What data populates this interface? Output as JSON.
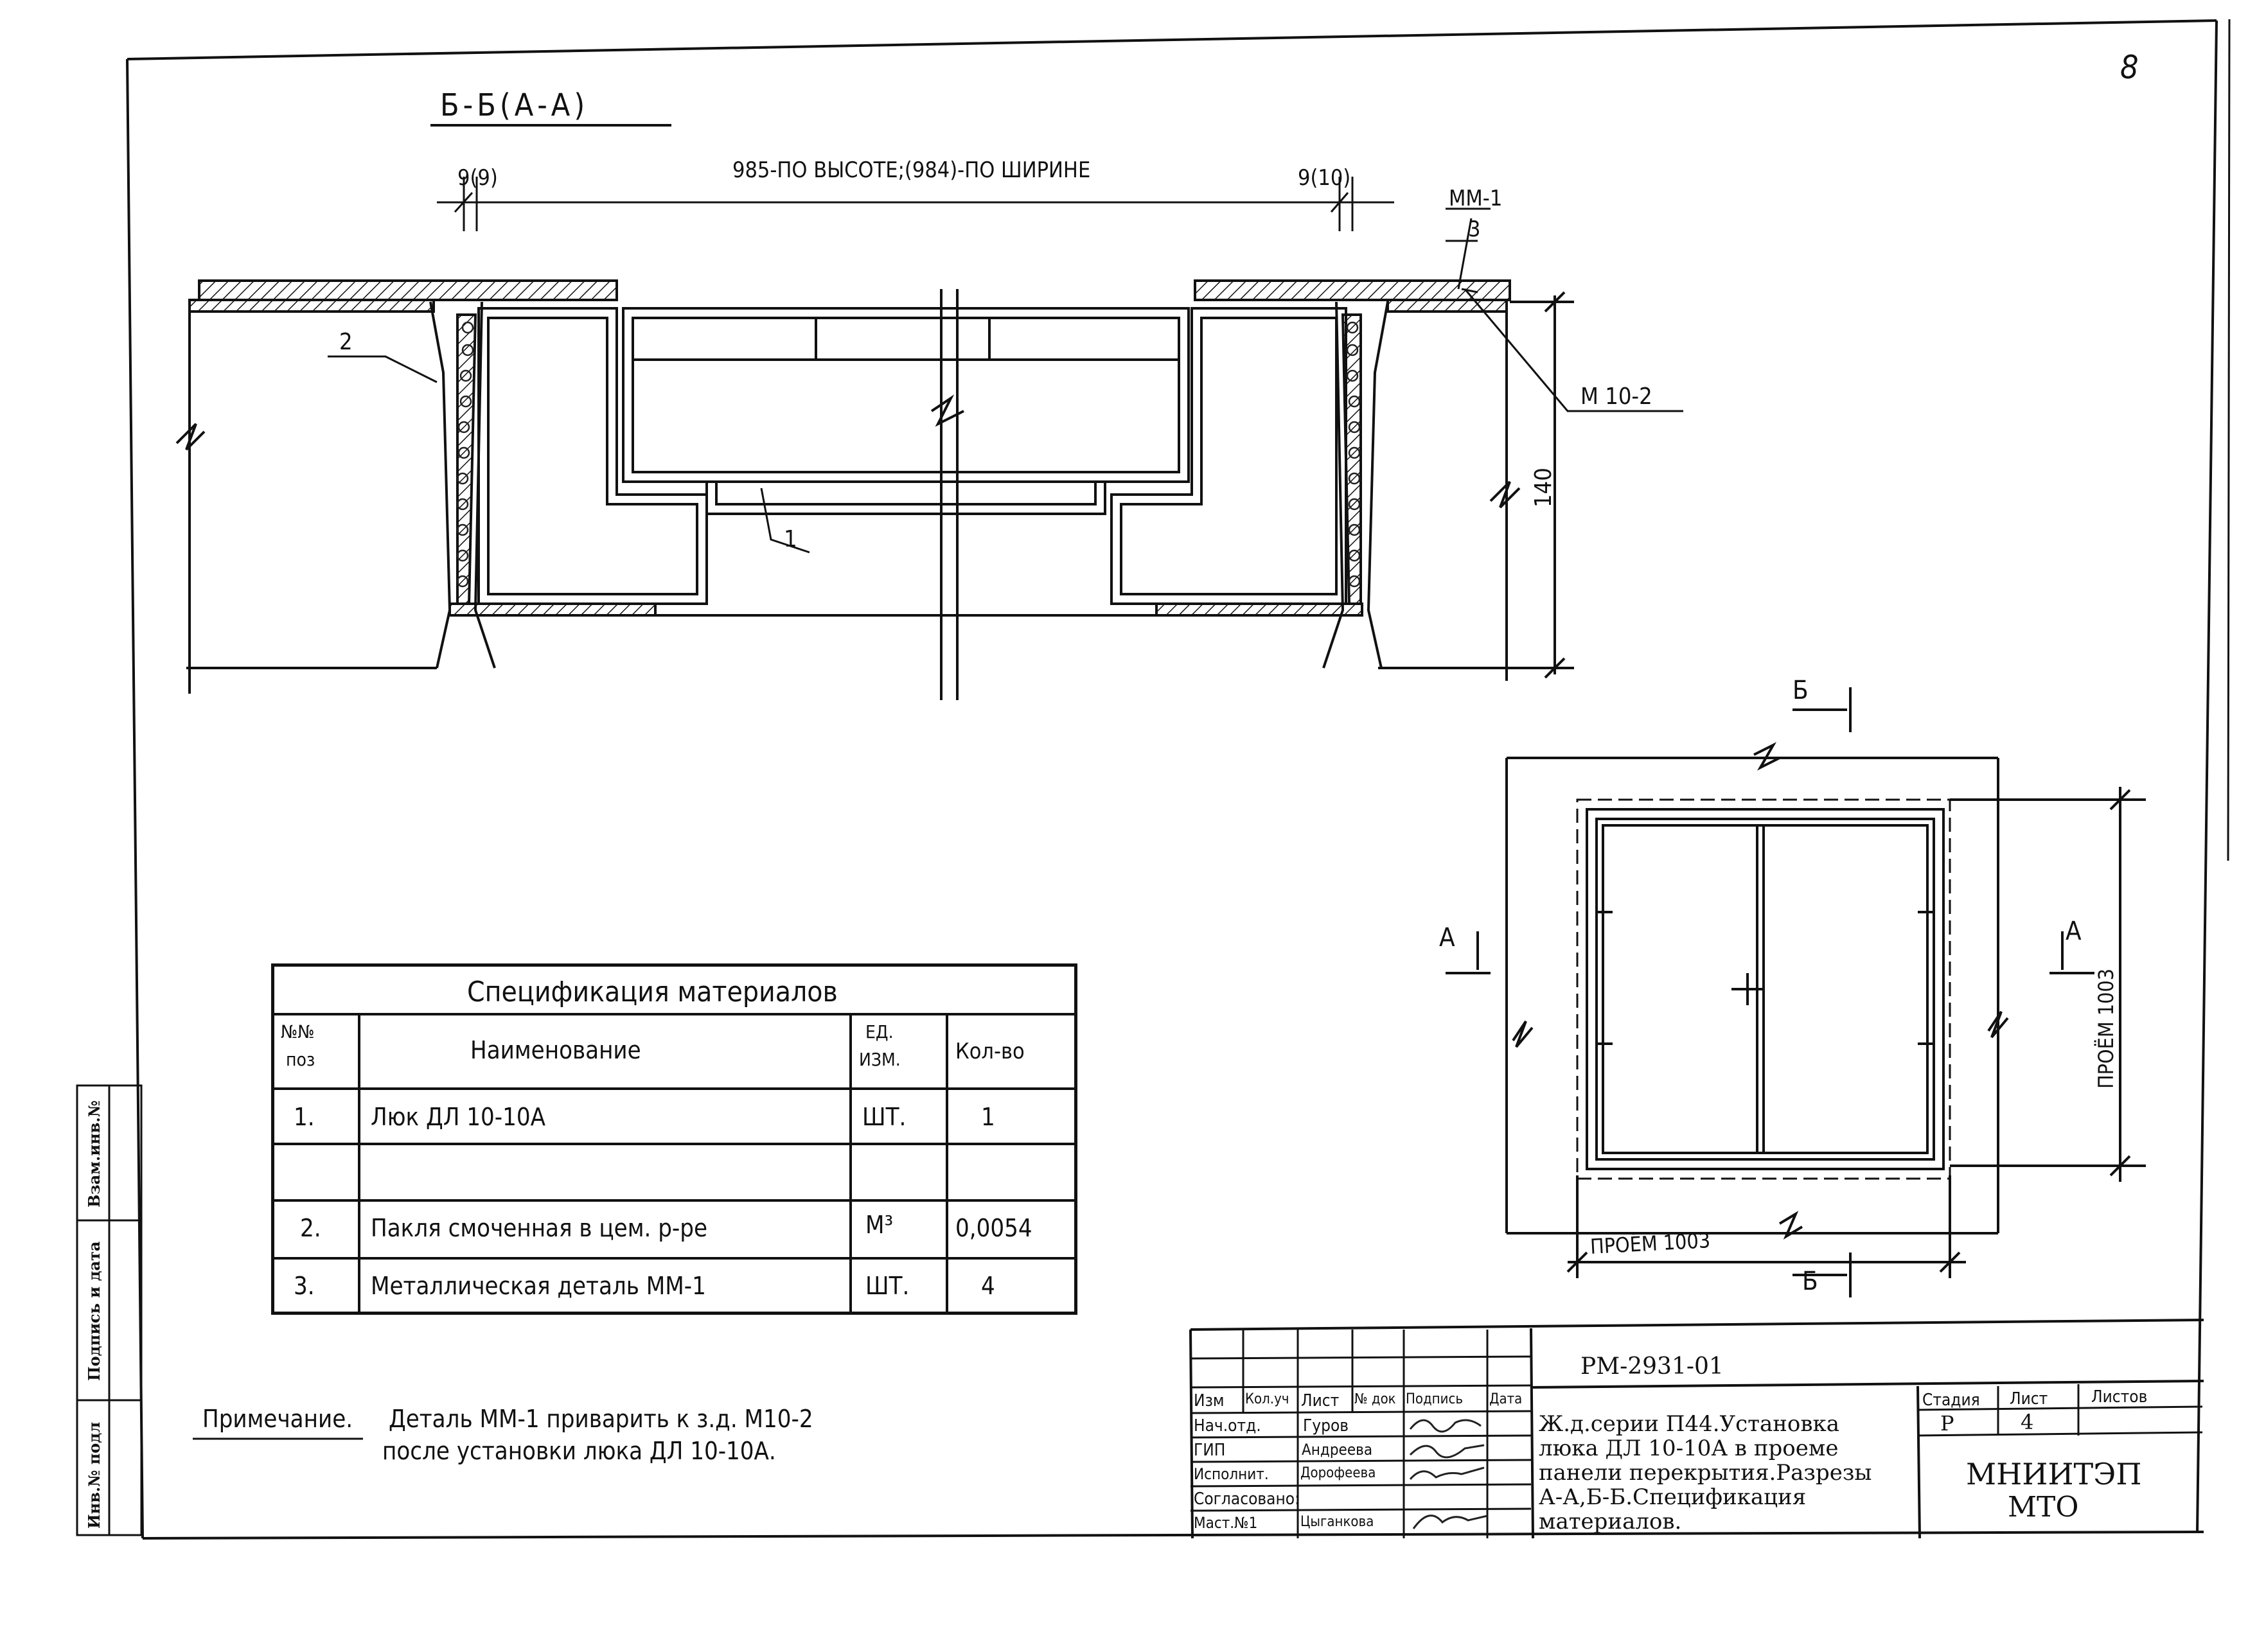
{
  "sheet_number": "8",
  "section": {
    "title": "Б-Б(А-А)",
    "dim_top": "985-ПО ВЫСОТЕ;(984)-ПО ШИРИНЕ",
    "dim_left": "9(9)",
    "dim_right": "9(10)",
    "callout_mm": "ММ-1",
    "callout_mm_num": "3",
    "callout_m10": "М 10-2",
    "callout_2": "2",
    "callout_1": "1",
    "height_dim": "140"
  },
  "plan": {
    "cut_b_top": "Б",
    "cut_b_bottom": "Б",
    "cut_a_left": "А",
    "cut_a_right": "А",
    "opening_right": "ПРОЁМ 1003",
    "opening_bottom": "ПРОЁМ 1003"
  },
  "spec": {
    "title": "Спецификация материалов",
    "headers": {
      "pos": [
        "№№",
        "поз"
      ],
      "name": "Наименование",
      "unit": [
        "ЕД.",
        "ИЗМ."
      ],
      "qty": "Кол-во"
    },
    "rows": [
      {
        "pos": "1.",
        "name": "Люк ДЛ 10-10А",
        "unit": "ШТ.",
        "qty": "1"
      },
      {
        "pos": "",
        "name": "",
        "unit": "",
        "qty": ""
      },
      {
        "pos": "2.",
        "name": "Пакля смоченная в цем. р-ре",
        "unit": "М³",
        "qty": "0,0054"
      },
      {
        "pos": "3.",
        "name": "Металлическая деталь ММ-1",
        "unit": "ШТ.",
        "qty": "4"
      }
    ]
  },
  "note": {
    "label": "Примечание.",
    "line1": "Деталь ММ-1 приварить к з.д. М10-2",
    "line2": "после установки люка ДЛ 10-10А."
  },
  "side_strip": {
    "items": [
      "Инв.№ подл",
      "Подпись и дата",
      "Взам.инв.№"
    ]
  },
  "title_block": {
    "doc_code": "РМ-2931-01",
    "cols": [
      "Изм",
      "Кол.уч",
      "Лист",
      "№ док",
      "Подпись",
      "Дата"
    ],
    "roles": [
      {
        "role": "Нач.отд.",
        "name": "Гуров"
      },
      {
        "role": "ГИП",
        "name": "Андреева"
      },
      {
        "role": "Исполнит.",
        "name": "Дорофеева"
      },
      {
        "role": "Согласовано:",
        "name": ""
      },
      {
        "role": "Маст.№1",
        "name": "Цыганкова"
      }
    ],
    "description": [
      "Ж.д.серии П44.Установка",
      "люка ДЛ 10-10А в проеме",
      "панели перекрытия.Разрезы",
      "А-А,Б-Б.Спецификация",
      "материалов."
    ],
    "stage_label": "Стадия",
    "sheet_label": "Лист",
    "sheets_label": "Листов",
    "stage": "Р",
    "sheet": "4",
    "sheets": "",
    "org1": "МНИИТЭП",
    "org2": "МТО"
  }
}
